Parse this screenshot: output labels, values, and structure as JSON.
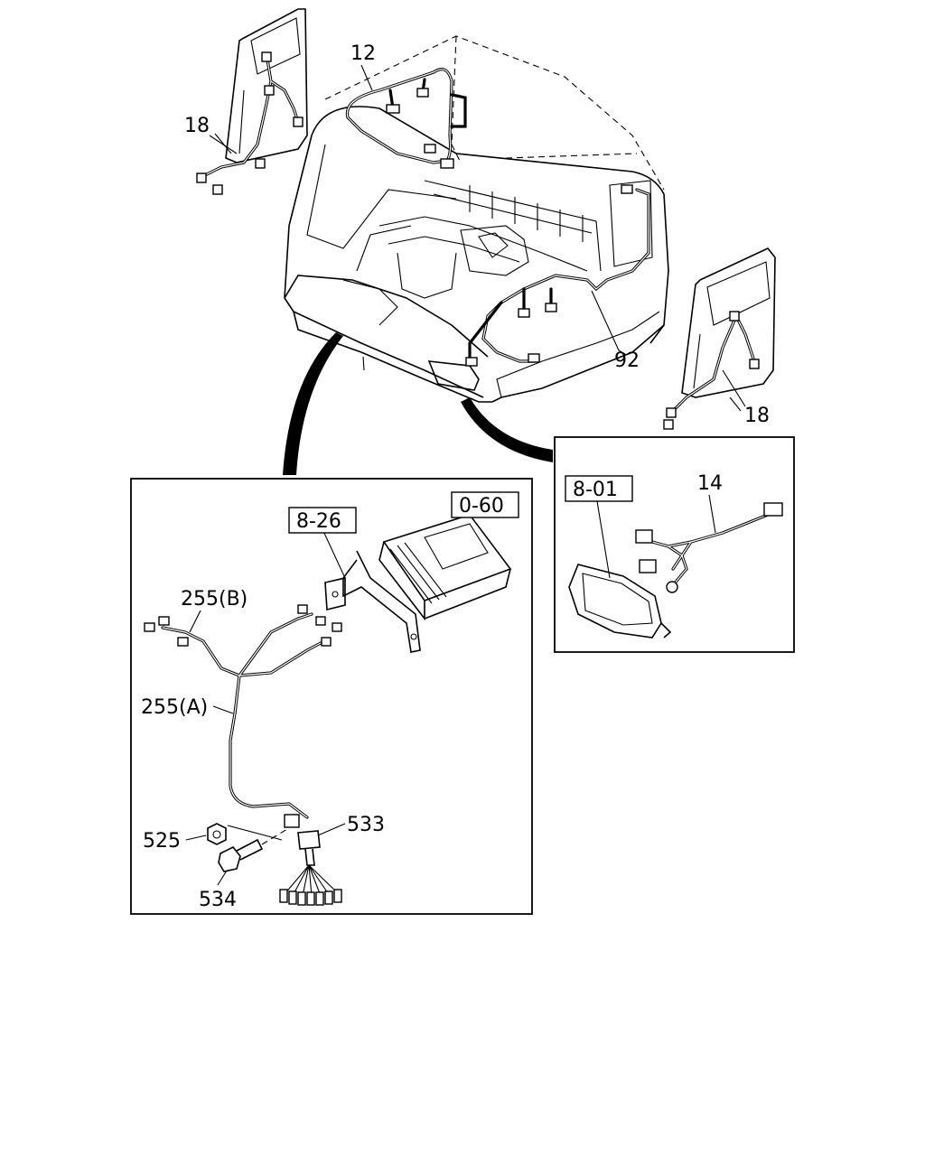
{
  "callouts": {
    "c12": "12",
    "c18_left": "18",
    "c18_right": "18",
    "c92": "92",
    "c14": "14",
    "c255b": "255(B)",
    "c255a": "255(A)",
    "c533": "533",
    "c525": "525",
    "c534": "534"
  },
  "boxed_refs": {
    "r826": "8-26",
    "r060": "0-60",
    "r801": "8-01"
  }
}
